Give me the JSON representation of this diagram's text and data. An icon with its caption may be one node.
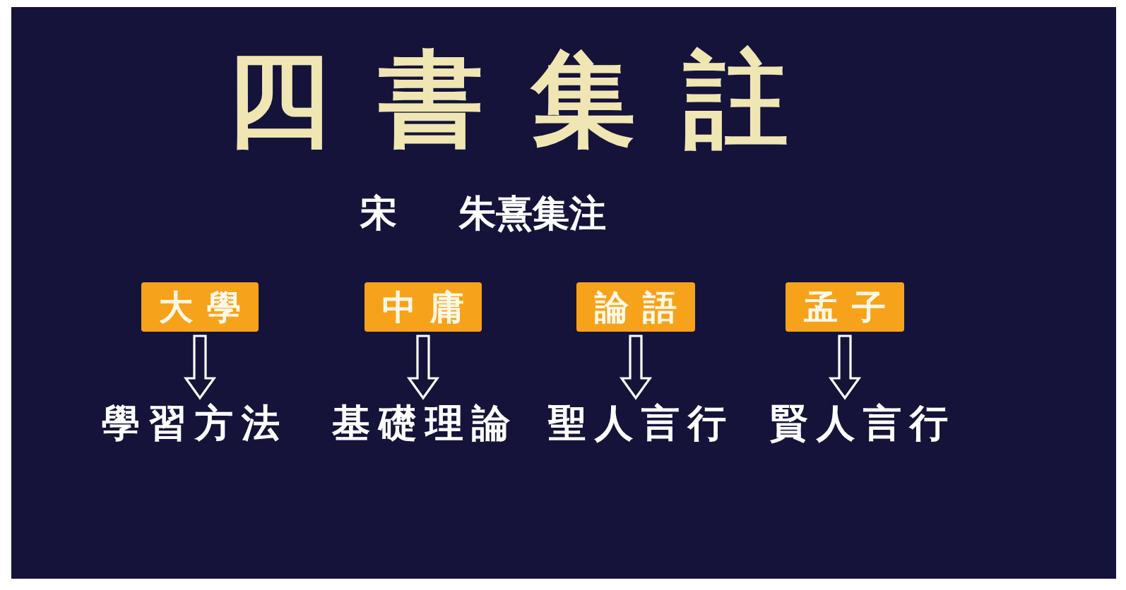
{
  "diagram": {
    "title": "四書集註",
    "nodes": [
      {
        "text": [
          "大學"
        ]
      },
      {
        "text": [
          "中庸"
        ]
      },
      {
        "text": [
          "論語"
        ]
      },
      {
        "text": [
          "孟子"
        ]
      },
      {
        "text": [
          "學習方法"
        ]
      },
      {
        "text": [
          "基礎理論"
        ]
      },
      {
        "text": [
          "聖人言行"
        ]
      },
      {
        "text": [
          "賢人言行"
        ]
      }
    ],
    "edges": [
      {
        "from": 0,
        "to": 4,
        "arrow": "to"
      },
      {
        "from": 1,
        "to": 5,
        "arrow": "to"
      },
      {
        "from": 2,
        "to": 6,
        "arrow": "to"
      },
      {
        "from": 3,
        "to": 7,
        "arrow": "to"
      }
    ],
    "labels": [
      "宋",
      "朱熹集注"
    ]
  }
}
